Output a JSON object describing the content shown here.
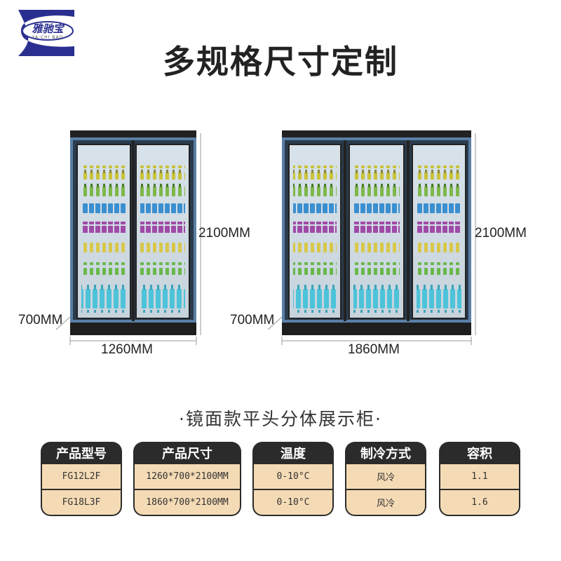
{
  "logo": {
    "text": "雅驰宝",
    "subtext": "YA CHI BAO"
  },
  "title": "多规格尺寸定制",
  "fridges": [
    {
      "width_label": "1260MM",
      "height_label": "2100MM",
      "depth_label": "700MM"
    },
    {
      "width_label": "1860MM",
      "height_label": "2100MM",
      "depth_label": "700MM"
    }
  ],
  "subtitle": "·镜面款平头分体展示柜·",
  "spec_table": {
    "columns": [
      {
        "header": "产品型号",
        "values": [
          "FG12L2F",
          "FG18L3F"
        ]
      },
      {
        "header": "产品尺寸",
        "values": [
          "1260*700*2100MM",
          "1860*700*2100MM"
        ]
      },
      {
        "header": "温度",
        "values": [
          "0-10°C",
          "0-10°C"
        ]
      },
      {
        "header": "制冷方式",
        "values": [
          "风冷",
          "风冷"
        ]
      },
      {
        "header": "容积",
        "values": [
          "1.1",
          "1.6"
        ]
      }
    ]
  },
  "colors": {
    "header_bg": "#2b2b2b",
    "cell_bg": "#f5dbb5",
    "logo_blue": "#2a2f8f",
    "frame_blue": "#5a7fa6"
  }
}
